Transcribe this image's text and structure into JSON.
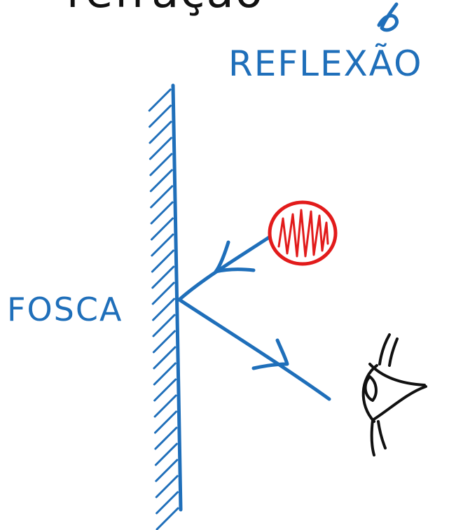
{
  "texts": {
    "top_partial": "refração",
    "reflection_title": "REFLEXÃO",
    "surface_label": "FOSCA"
  },
  "colors": {
    "blue": "#1f6fba",
    "black": "#111111",
    "red": "#e21b1b"
  },
  "icons": {
    "light_source": "red-ball",
    "observer": "eye-icon",
    "surface": "hatched-wall"
  }
}
